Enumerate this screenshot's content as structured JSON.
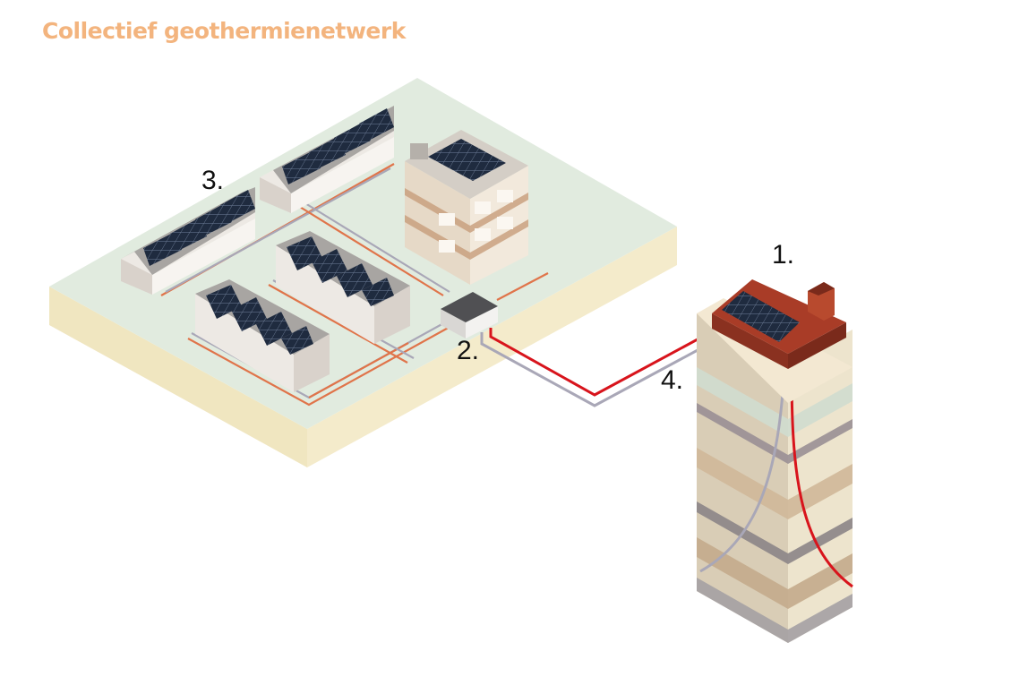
{
  "title": "Collectief geothermienetwerk",
  "labels": {
    "one": "1.",
    "two": "2.",
    "three": "3.",
    "four": "4."
  },
  "colors": {
    "title": "#F3B47E",
    "ground_top": "#E1EBDF",
    "ground_side": "#F1E7C3",
    "hot_pipe": "#D8141C",
    "cold_pipe": "#A9A7B7",
    "district_pipe": "#E0744A",
    "plant_roof": "#A93C27",
    "solar_panel": "#1F2B3F"
  },
  "icons": [
    "solar-panel-icon",
    "house-icon",
    "apartment-building-icon",
    "heat-exchanger-icon",
    "geothermal-plant-icon",
    "borehole-icon"
  ]
}
